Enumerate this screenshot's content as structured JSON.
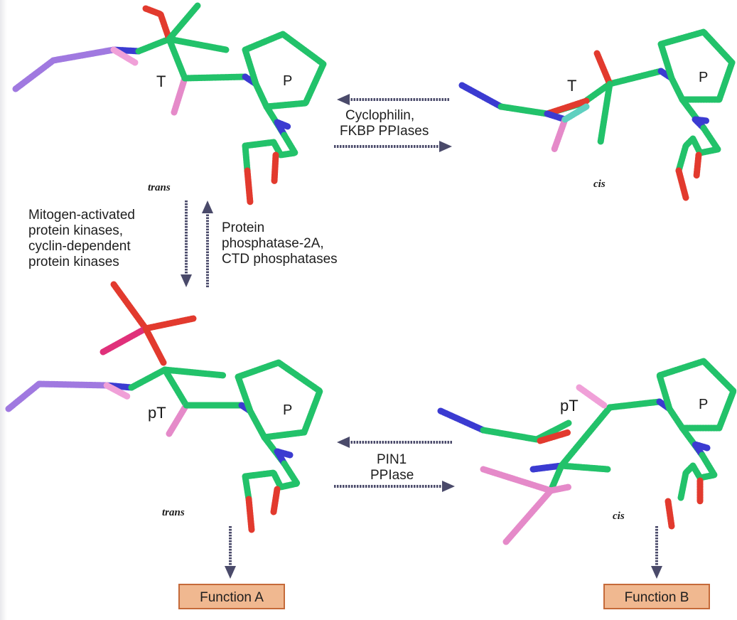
{
  "labels": {
    "T": "T",
    "P": "P",
    "pT": "pT",
    "trans": "trans",
    "cis": "cis"
  },
  "top_enzyme": [
    "Cyclophilin,",
    "FKBP PPIases"
  ],
  "kinases": [
    "Mitogen-activated",
    "protein kinases,",
    "cyclin-dependent",
    "protein kinases"
  ],
  "phosphatases": [
    "Protein",
    "phosphatase-2A,",
    "CTD phosphatases"
  ],
  "bottom_enzyme": [
    "PIN1",
    "PPIase"
  ],
  "function_a": "Function A",
  "function_b": "Function B",
  "colors": {
    "carbon": "#22c26a",
    "nitrogen": "#3b3bd1",
    "oxygen": "#e23a2e",
    "hydrogen": "#e58ac9",
    "phosphorus": "#e0307a",
    "arrow": "#4a4a6a",
    "box_fill": "#f0b890"
  }
}
